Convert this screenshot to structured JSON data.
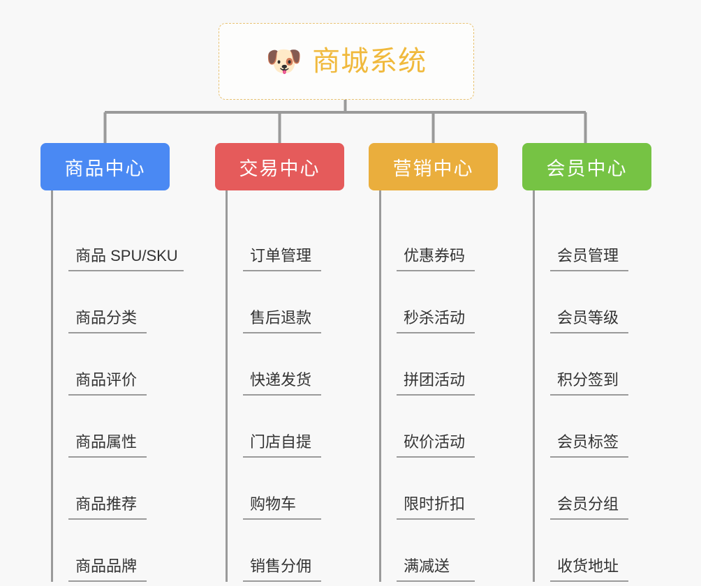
{
  "root": {
    "icon": "dog-face-emoji",
    "icon_glyph": "🐶",
    "title": "商城系统"
  },
  "colors": {
    "root_border": "#e8c170",
    "root_text": "#f0b93c",
    "background": "#f8f8f8",
    "connector": "#9a9a9a",
    "leaf_text": "#333333",
    "category_1": "#4a89f3",
    "category_2": "#e55b5b",
    "category_3": "#eaae3d",
    "category_4": "#76c344"
  },
  "categories": [
    {
      "label": "商品中心",
      "color": "#4a89f3",
      "items": [
        "商品 SPU/SKU",
        "商品分类",
        "商品评价",
        "商品属性",
        "商品推荐",
        "商品品牌"
      ]
    },
    {
      "label": "交易中心",
      "color": "#e55b5b",
      "items": [
        "订单管理",
        "售后退款",
        "快递发货",
        "门店自提",
        "购物车",
        "销售分佣"
      ]
    },
    {
      "label": "营销中心",
      "color": "#eaae3d",
      "items": [
        "优惠券码",
        "秒杀活动",
        "拼团活动",
        "砍价活动",
        "限时折扣",
        "满减送"
      ]
    },
    {
      "label": "会员中心",
      "color": "#76c344",
      "items": [
        "会员管理",
        "会员等级",
        "积分签到",
        "会员标签",
        "会员分组",
        "收货地址"
      ]
    }
  ]
}
